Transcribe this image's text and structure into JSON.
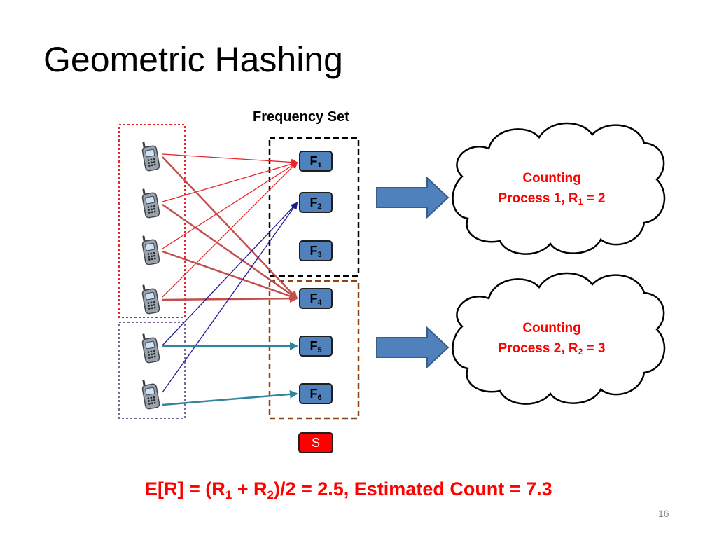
{
  "slide": {
    "title": "Geometric Hashing",
    "page_number": "16"
  },
  "frequency_set": {
    "label": "Frequency Set",
    "items": [
      {
        "letter": "F",
        "sub": "1"
      },
      {
        "letter": "F",
        "sub": "2"
      },
      {
        "letter": "F",
        "sub": "3"
      },
      {
        "letter": "F",
        "sub": "4"
      },
      {
        "letter": "F",
        "sub": "5"
      },
      {
        "letter": "F",
        "sub": "6"
      }
    ],
    "s_box": "S"
  },
  "phones": {
    "count": 6,
    "icon": "cell-phone-icon"
  },
  "processes": [
    {
      "line1": "Counting",
      "line2_pre": "Process 1, R",
      "line2_sub": "1",
      "line2_post": " = 2"
    },
    {
      "line1": "Counting",
      "line2_pre": "Process 2, R",
      "line2_sub": "2",
      "line2_post": " = 3"
    }
  ],
  "formula": {
    "p1": "E[R] = (R",
    "s1": "1",
    "p2": " + R",
    "s2": "2",
    "p3": ")/2 =  2.5, Estimated Count = 7.3"
  },
  "colors": {
    "red_arrow": "#e8262a",
    "dark_red_arrow": "#c0504d",
    "navy_arrow": "#1f1a8f",
    "teal_arrow": "#31849b",
    "box_blue": "#4f81bd",
    "block_arrow": "#4f81bd",
    "text_red": "#ff0000"
  }
}
